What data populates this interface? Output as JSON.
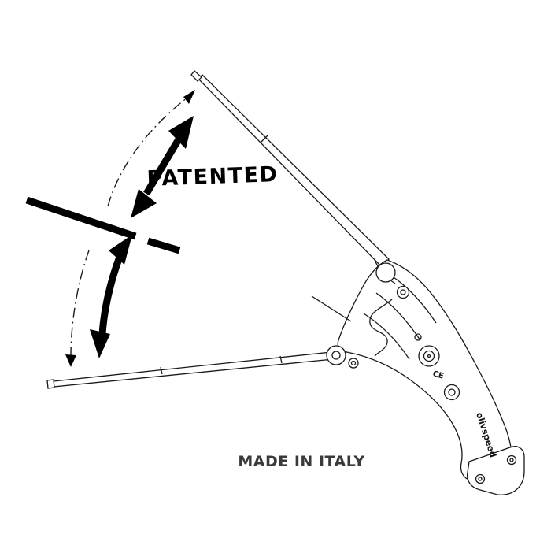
{
  "drawing": {
    "patented_label": "PATENTED",
    "made_in_italy_label": "MADE IN ITALY",
    "brand_label": "olivspeed",
    "ce_label": "CE"
  },
  "colors": {
    "background": "#ffffff",
    "ink": "#1a1a1a",
    "marker_black": "#000000",
    "caption_gray": "#3a3a3a"
  }
}
